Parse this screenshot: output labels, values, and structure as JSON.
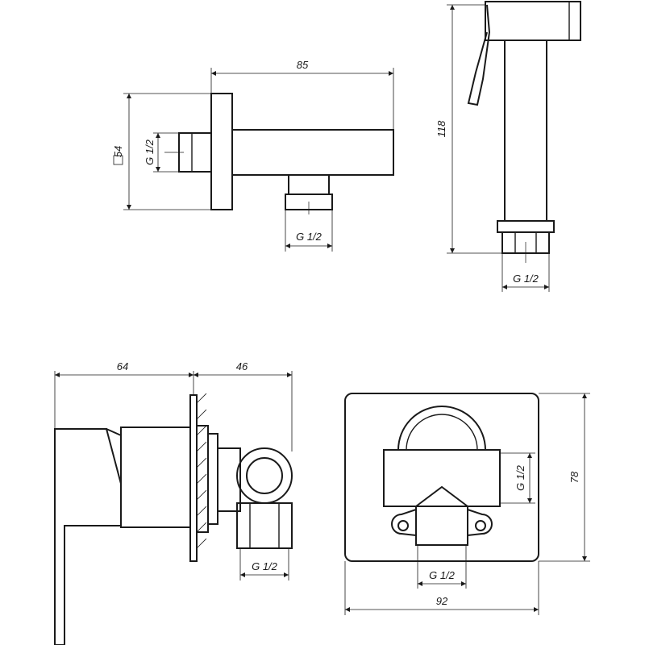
{
  "dimensions": {
    "wall_elbow_length": "85",
    "wall_elbow_flange": "54",
    "wall_elbow_thread": "G 1/2",
    "wall_elbow_outlet_thread": "G 1/2",
    "handshower_length": "118",
    "handshower_thread": "G 1/2",
    "mixer_depth_front": "64",
    "mixer_depth_wall": "46",
    "mixer_outlet_thread": "G 1/2",
    "plate_height": "78",
    "plate_width": "92",
    "plate_thread_side": "G 1/2",
    "plate_thread_bottom": "G 1/2"
  }
}
